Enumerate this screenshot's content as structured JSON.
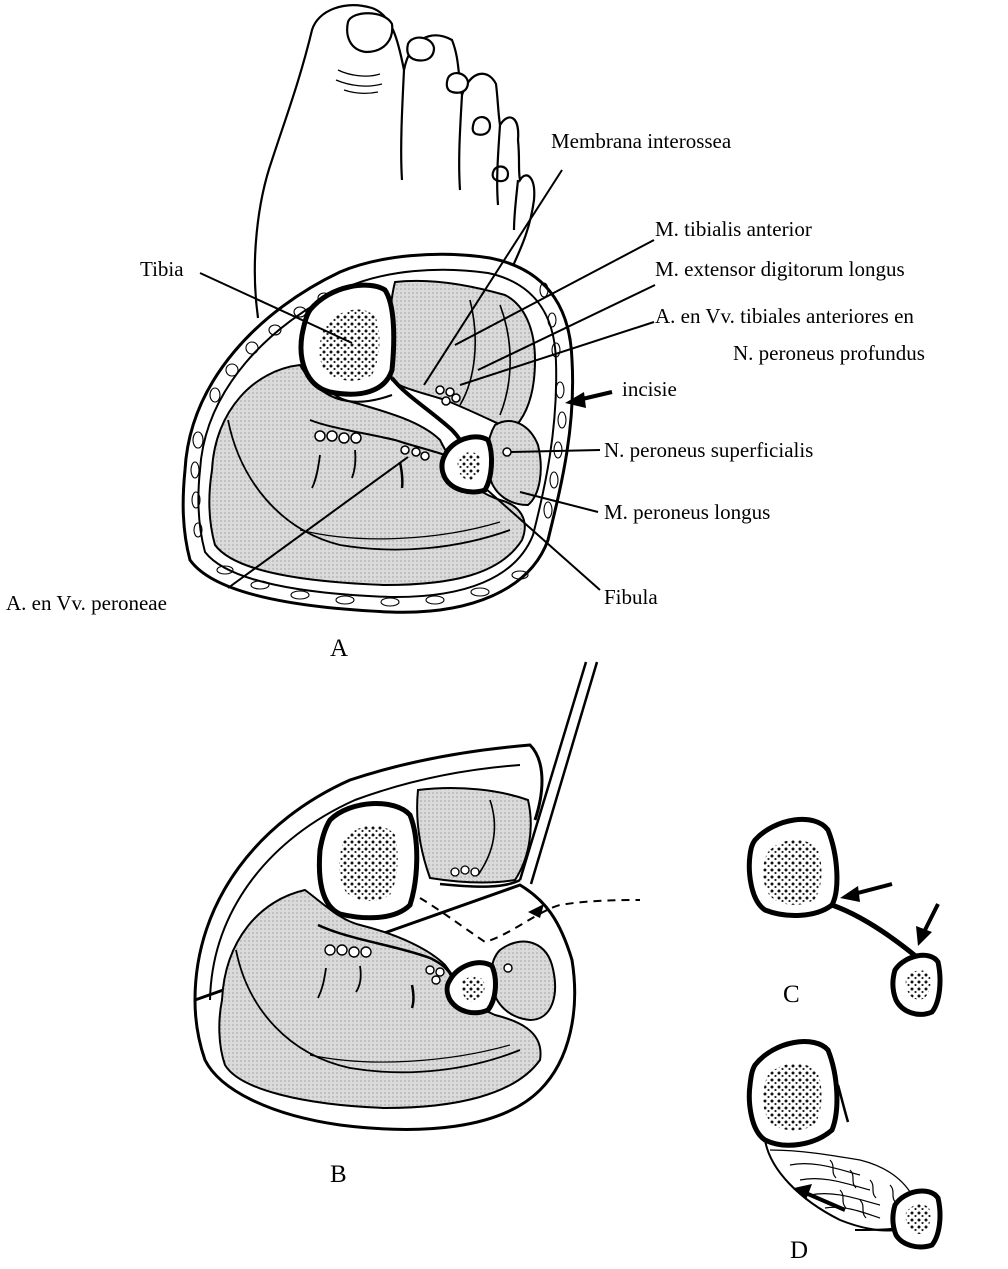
{
  "labels": {
    "membrana": "Membrana interossea",
    "tib_ant": "M. tibialis anterior",
    "ext_dig": "M. extensor digitorum longus",
    "vessels_ant_1": "A. en Vv. tibiales anteriores en",
    "vessels_ant_2": "N. peroneus profundus",
    "incisie": "incisie",
    "nerve_sup": "N. peroneus superficialis",
    "peroneus_longus": "M. peroneus longus",
    "fibula": "Fibula",
    "tibia": "Tibia",
    "peroneae": "A. en Vv. peroneae"
  },
  "panels": {
    "a": "A",
    "b": "B",
    "c": "C",
    "d": "D"
  },
  "colors": {
    "ink": "#000000",
    "muscle_fill": "#d9d9d9",
    "paper": "#ffffff"
  }
}
